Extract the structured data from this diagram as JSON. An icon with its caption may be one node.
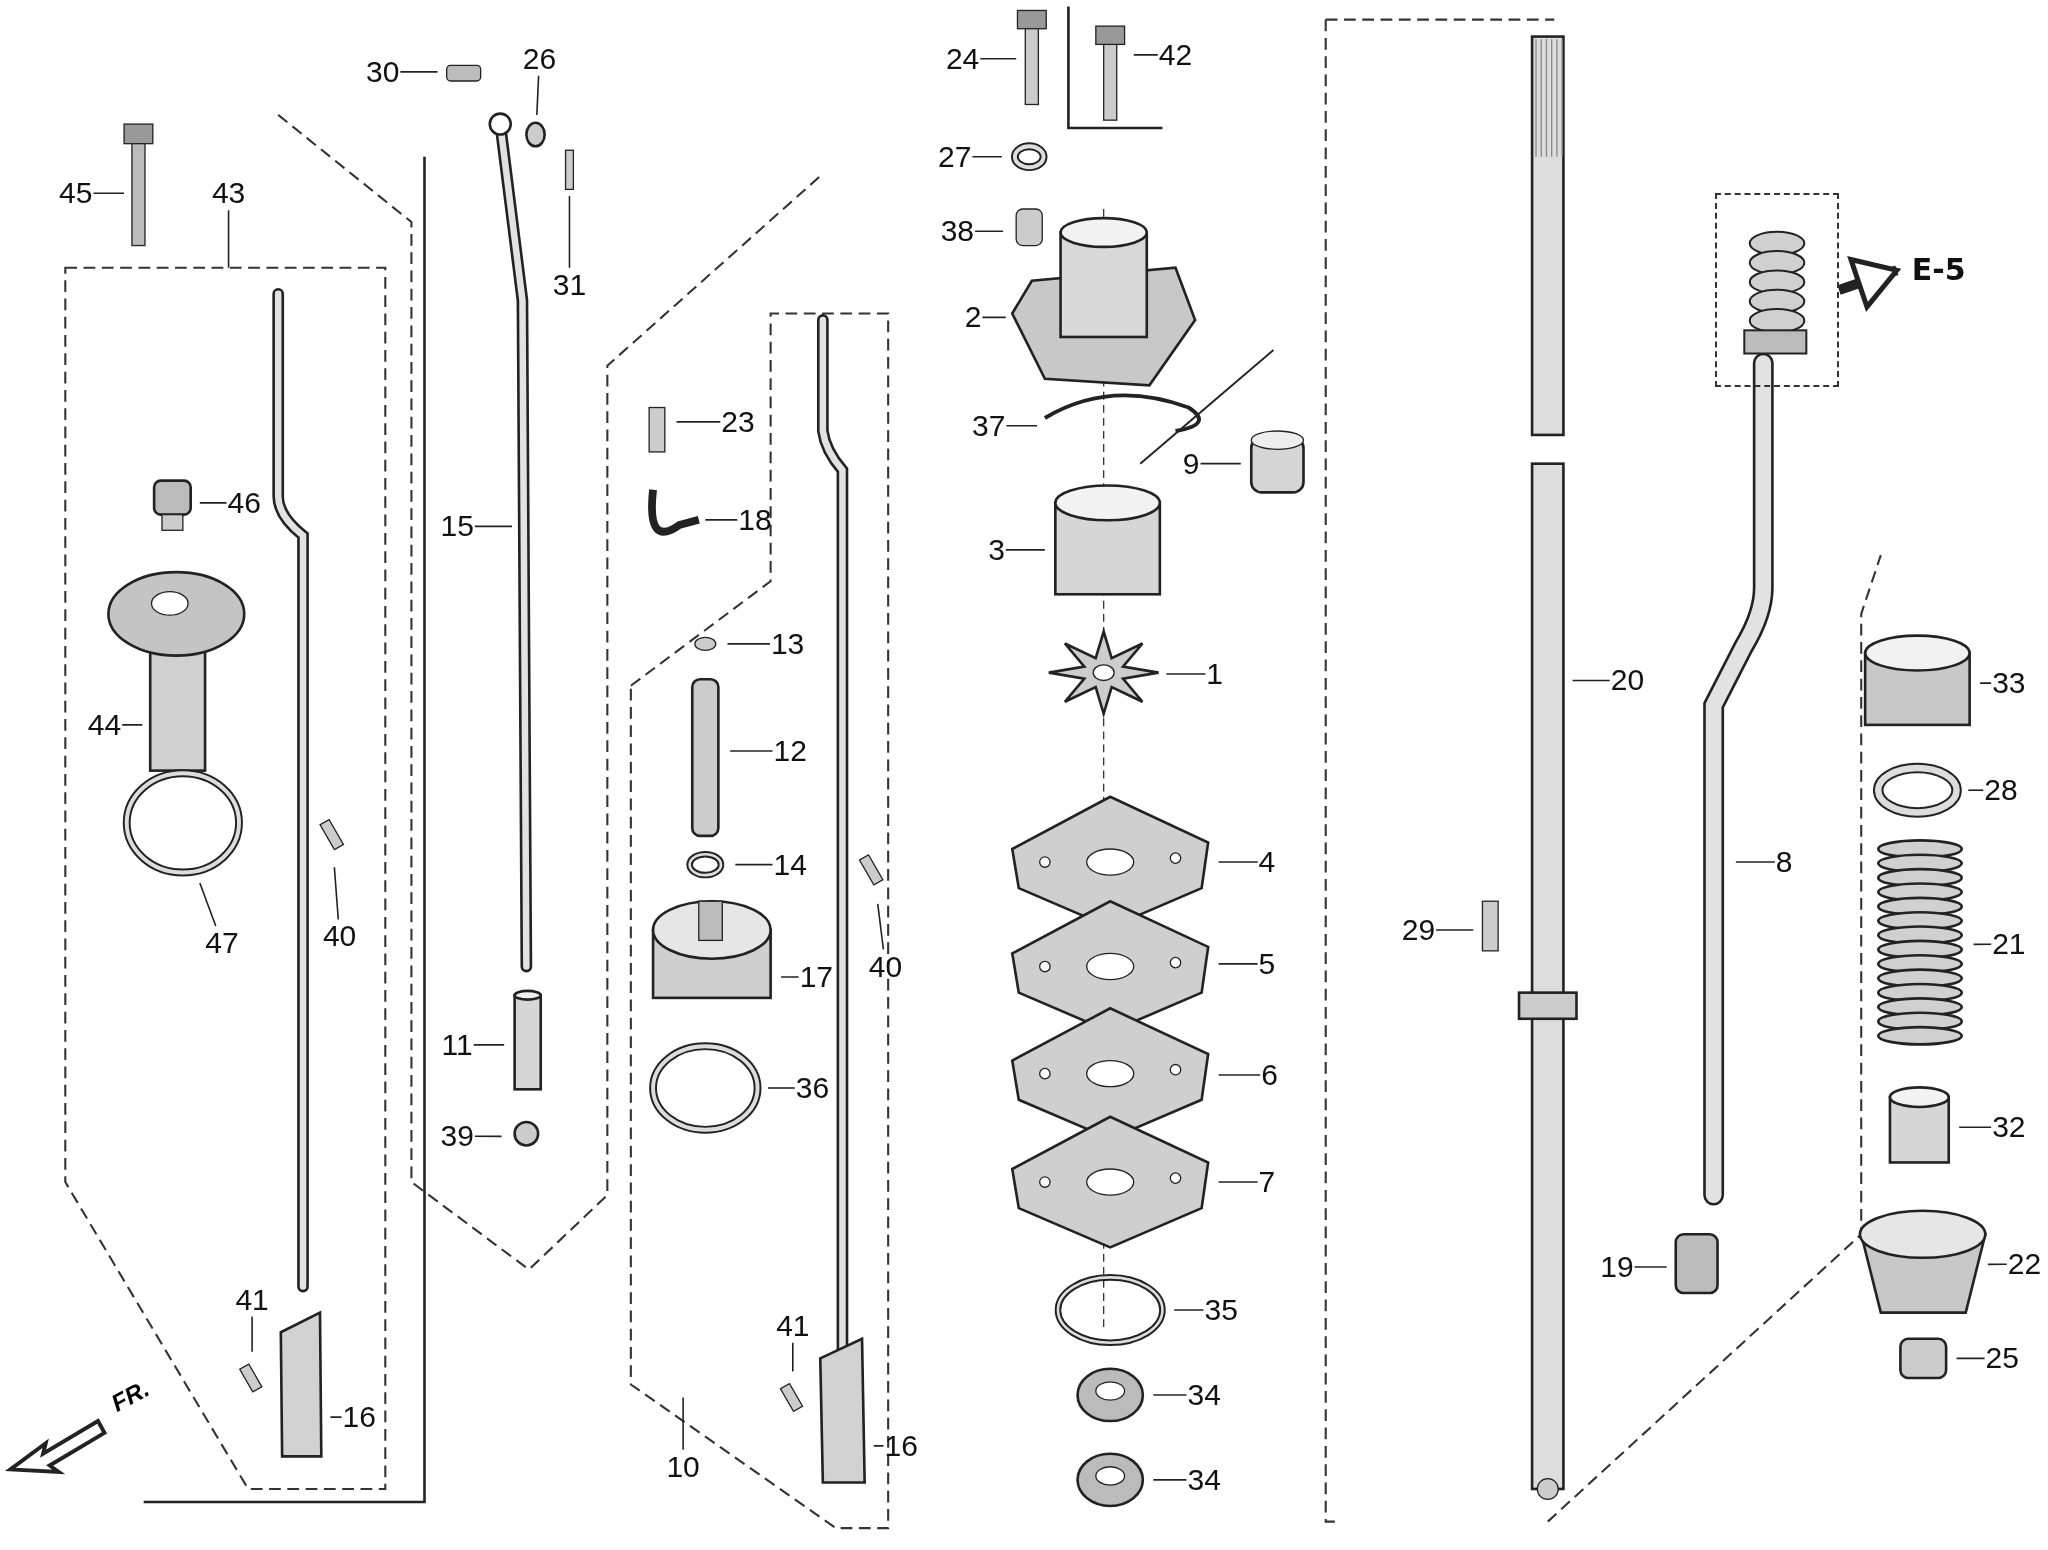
{
  "diagram": {
    "nodes": [
      {
        "text": [
          "45"
        ]
      },
      {
        "text": [
          "43"
        ]
      },
      {
        "text": [
          "30"
        ]
      },
      {
        "text": [
          "26"
        ]
      },
      {
        "text": [
          "31"
        ]
      },
      {
        "text": [
          "24"
        ]
      },
      {
        "text": [
          "42"
        ]
      },
      {
        "text": [
          "27"
        ]
      },
      {
        "text": [
          "38"
        ]
      },
      {
        "text": [
          "2"
        ]
      },
      {
        "text": [
          "37"
        ]
      },
      {
        "text": [
          "9"
        ]
      },
      {
        "text": [
          "3"
        ]
      },
      {
        "text": [
          "1"
        ]
      },
      {
        "text": [
          "4"
        ]
      },
      {
        "text": [
          "5"
        ]
      },
      {
        "text": [
          "6"
        ]
      },
      {
        "text": [
          "7"
        ]
      },
      {
        "text": [
          "35"
        ]
      },
      {
        "text": [
          "34"
        ]
      },
      {
        "text": [
          "34"
        ]
      },
      {
        "text": [
          "23"
        ]
      },
      {
        "text": [
          "18"
        ]
      },
      {
        "text": [
          "13"
        ]
      },
      {
        "text": [
          "12"
        ]
      },
      {
        "text": [
          "14"
        ]
      },
      {
        "text": [
          "17"
        ]
      },
      {
        "text": [
          "36"
        ]
      },
      {
        "text": [
          "40"
        ]
      },
      {
        "text": [
          "40"
        ]
      },
      {
        "text": [
          "41"
        ]
      },
      {
        "text": [
          "16"
        ]
      },
      {
        "text": [
          "41"
        ]
      },
      {
        "text": [
          "16"
        ]
      },
      {
        "text": [
          "10"
        ]
      },
      {
        "text": [
          "15"
        ]
      },
      {
        "text": [
          "11"
        ]
      },
      {
        "text": [
          "39"
        ]
      },
      {
        "text": [
          "46"
        ]
      },
      {
        "text": [
          "44"
        ]
      },
      {
        "text": [
          "47"
        ]
      },
      {
        "text": [
          "20"
        ]
      },
      {
        "text": [
          "29"
        ]
      },
      {
        "text": [
          "8"
        ]
      },
      {
        "text": [
          "19"
        ]
      },
      {
        "text": [
          "33"
        ]
      },
      {
        "text": [
          "28"
        ]
      },
      {
        "text": [
          "21"
        ]
      },
      {
        "text": [
          "32"
        ]
      },
      {
        "text": [
          "22"
        ]
      },
      {
        "text": [
          "25"
        ]
      },
      {
        "text": [
          "E-5"
        ]
      },
      {
        "text": [],
        "shape": "box"
      }
    ],
    "edges": [
      {
        "from": 0,
        "to": null,
        "arrow": "none"
      },
      {
        "from": 1,
        "to": null,
        "arrow": "none"
      },
      {
        "from": 2,
        "to": null,
        "arrow": "none"
      },
      {
        "from": 3,
        "to": null,
        "arrow": "none"
      },
      {
        "from": 4,
        "to": null,
        "arrow": "none"
      },
      {
        "from": 5,
        "to": null,
        "arrow": "none"
      },
      {
        "from": 6,
        "to": null,
        "arrow": "none"
      },
      {
        "from": 7,
        "to": null,
        "arrow": "none"
      },
      {
        "from": 8,
        "to": null,
        "arrow": "none"
      },
      {
        "from": 9,
        "to": null,
        "arrow": "none"
      },
      {
        "from": 10,
        "to": null,
        "arrow": "none"
      },
      {
        "from": 11,
        "to": null,
        "arrow": "none"
      },
      {
        "from": 12,
        "to": null,
        "arrow": "none"
      },
      {
        "from": 13,
        "to": null,
        "arrow": "none"
      },
      {
        "from": 14,
        "to": null,
        "arrow": "none"
      },
      {
        "from": 15,
        "to": null,
        "arrow": "none"
      },
      {
        "from": 16,
        "to": null,
        "arrow": "none"
      },
      {
        "from": 17,
        "to": null,
        "arrow": "none"
      },
      {
        "from": 18,
        "to": null,
        "arrow": "none"
      },
      {
        "from": 19,
        "to": null,
        "arrow": "none"
      },
      {
        "from": 20,
        "to": null,
        "arrow": "none"
      },
      {
        "from": 21,
        "to": null,
        "arrow": "none"
      },
      {
        "from": 22,
        "to": null,
        "arrow": "none"
      },
      {
        "from": 23,
        "to": null,
        "arrow": "none"
      },
      {
        "from": 24,
        "to": null,
        "arrow": "none"
      },
      {
        "from": 25,
        "to": null,
        "arrow": "none"
      },
      {
        "from": 26,
        "to": null,
        "arrow": "none"
      },
      {
        "from": 27,
        "to": null,
        "arrow": "none"
      },
      {
        "from": 28,
        "to": null,
        "arrow": "none"
      },
      {
        "from": 29,
        "to": null,
        "arrow": "none"
      },
      {
        "from": 30,
        "to": null,
        "arrow": "none"
      },
      {
        "from": 31,
        "to": null,
        "arrow": "none"
      },
      {
        "from": 32,
        "to": null,
        "arrow": "none"
      },
      {
        "from": 33,
        "to": null,
        "arrow": "none"
      },
      {
        "from": 34,
        "to": null,
        "arrow": "none"
      },
      {
        "from": 35,
        "to": null,
        "arrow": "none"
      },
      {
        "from": 36,
        "to": null,
        "arrow": "none"
      },
      {
        "from": 37,
        "to": null,
        "arrow": "none"
      },
      {
        "from": 38,
        "to": null,
        "arrow": "none"
      },
      {
        "from": 39,
        "to": null,
        "arrow": "none"
      },
      {
        "from": 40,
        "to": null,
        "arrow": "none"
      },
      {
        "from": 41,
        "to": null,
        "arrow": "none"
      },
      {
        "from": 42,
        "to": null,
        "arrow": "none"
      },
      {
        "from": 43,
        "to": null,
        "arrow": "none"
      },
      {
        "from": 44,
        "to": null,
        "arrow": "none"
      },
      {
        "from": 45,
        "to": null,
        "arrow": "none"
      },
      {
        "from": 46,
        "to": null,
        "arrow": "none"
      },
      {
        "from": 47,
        "to": null,
        "arrow": "none"
      },
      {
        "from": 48,
        "to": null,
        "arrow": "none"
      },
      {
        "from": 49,
        "to": null,
        "arrow": "none"
      },
      {
        "from": 50,
        "to": null,
        "arrow": "none"
      },
      {
        "from": 52,
        "to": 51,
        "arrow": "to",
        "style": "thick"
      }
    ],
    "labels": [
      "FR."
    ]
  }
}
